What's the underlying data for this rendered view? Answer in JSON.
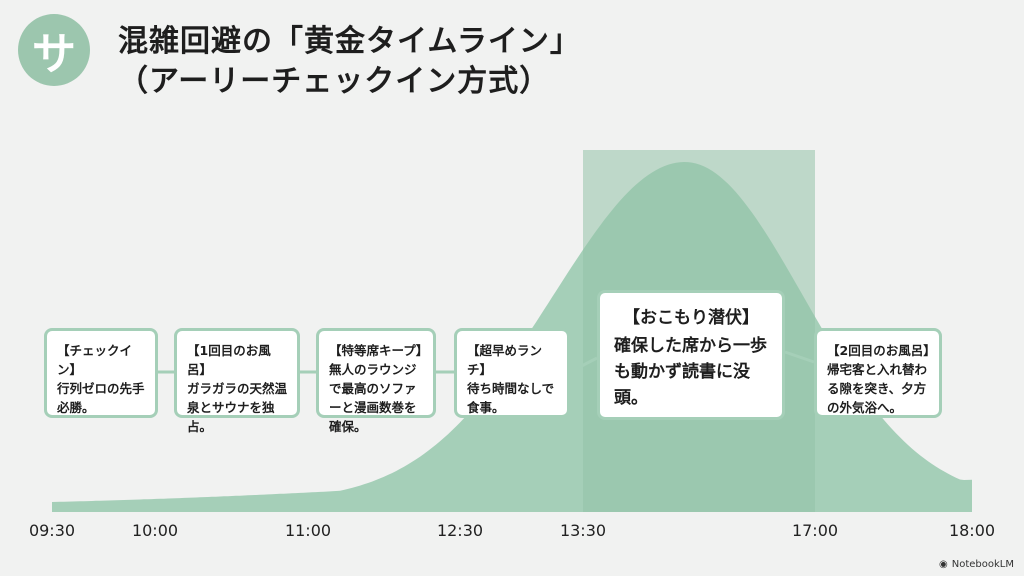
{
  "logo": {
    "glyph": "サ"
  },
  "title": {
    "line1": "混雑回避の「黄金タイムライン」",
    "line2": "（アーリーチェックイン方式）"
  },
  "colors": {
    "curve": "#a5cfb8",
    "highlight": "#94c2a8",
    "background": "#f1f2f1"
  },
  "cards": [
    {
      "head": "【チェックイン】",
      "body": "行列ゼロの先手必勝。"
    },
    {
      "head": "【1回目のお風呂】",
      "body": "ガラガラの天然温泉とサウナを独占。"
    },
    {
      "head": "【特等席キープ】",
      "body": "無人のラウンジで最高のソファーと漫画数巻を確保。"
    },
    {
      "head": "【超早めランチ】",
      "body": "待ち時間なしで食事。"
    },
    {
      "head": "【おこもり潜伏】",
      "body": "確保した席から一歩も動かず読書に没頭。"
    },
    {
      "head": "【2回目のお風呂】",
      "body": "帰宅客と入れ替わる隙を突き、夕方の外気浴へ。"
    }
  ],
  "chart_data": {
    "type": "area",
    "x_ticks": [
      "09:30",
      "10:00",
      "11:00",
      "12:30",
      "13:30",
      "17:00",
      "18:00"
    ],
    "highlight_range": [
      "13:30",
      "17:00"
    ]
  },
  "brand": {
    "icon": "notebooklm-icon",
    "label": "NotebookLM"
  }
}
